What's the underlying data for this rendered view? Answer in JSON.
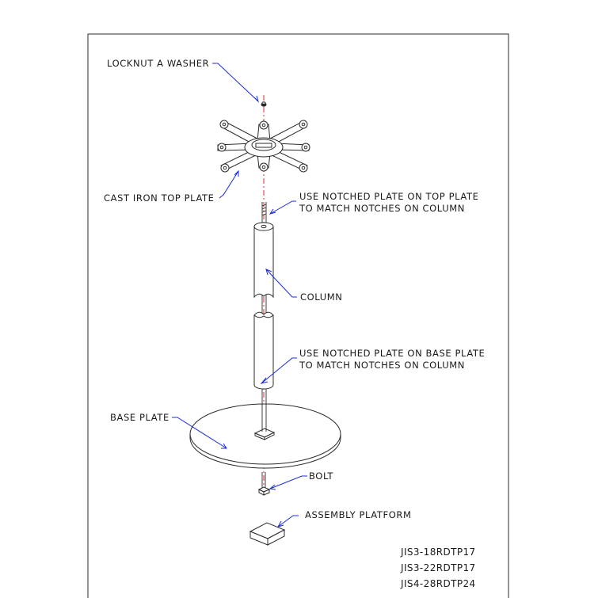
{
  "labels": {
    "locknut": "LOCKNUT A WASHER",
    "top_plate": "CAST IRON TOP PLATE",
    "notched_top_1": "USE NOTCHED PLATE ON TOP PLATE",
    "notched_top_2": "TO MATCH NOTCHES ON COLUMN",
    "column": "COLUMN",
    "notched_base_1": "USE NOTCHED PLATE ON BASE PLATE",
    "notched_base_2": "TO MATCH NOTCHES ON COLUMN",
    "base_plate": "BASE PLATE",
    "bolt": "BOLT",
    "assembly_platform": "ASSEMBLY PLATFORM"
  },
  "model_codes": [
    "JIS3-18RDTP17",
    "JIS3-22RDTP17",
    "JIS4-28RDTP24"
  ],
  "colors": {
    "leader": "#1c2bd6",
    "axis": "#d81818",
    "outline": "#2b2b2b"
  }
}
